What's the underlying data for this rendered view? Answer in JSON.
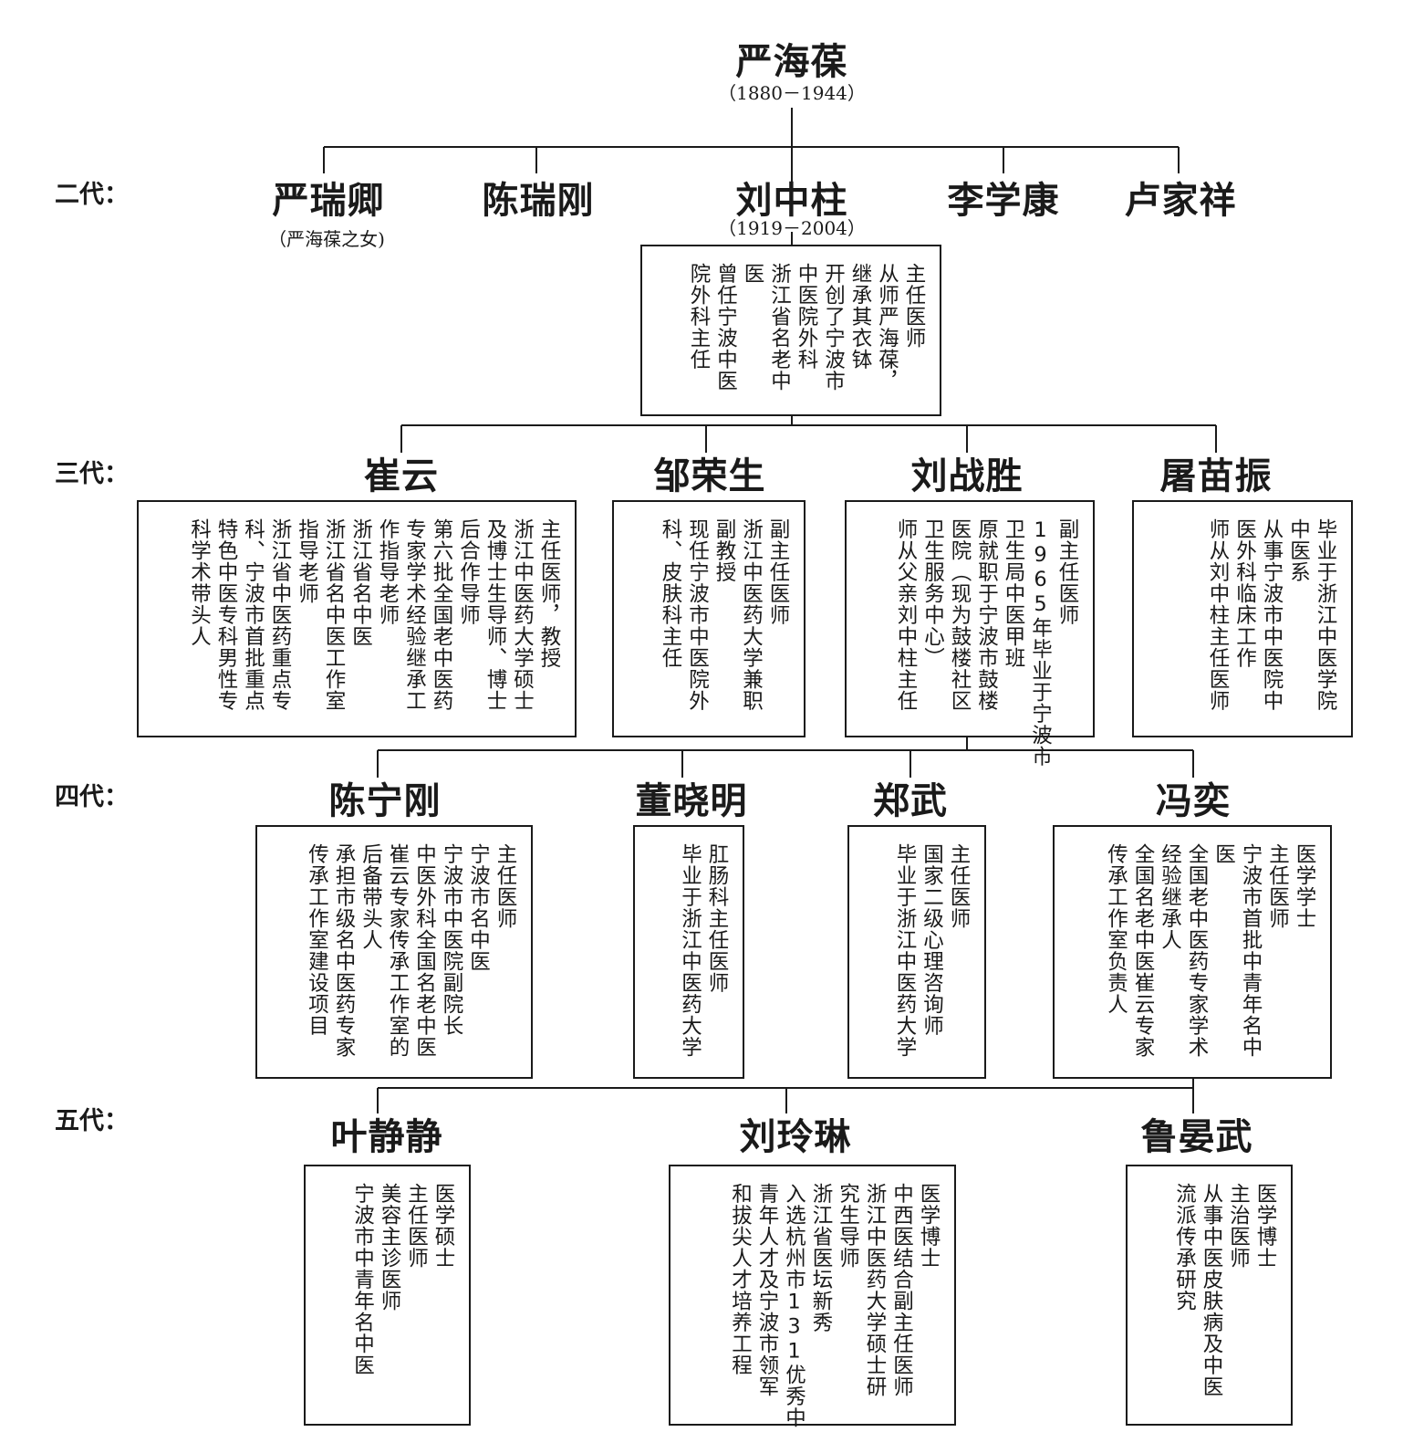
{
  "generation_labels": [
    "二代：",
    "三代：",
    "四代：",
    "五代："
  ],
  "root": {
    "name": "严海葆",
    "dates": "（1880－1944）"
  },
  "gen2": [
    {
      "name": "严瑞卿",
      "note": "（严海葆之女)"
    },
    {
      "name": "陈瑞刚"
    },
    {
      "name": "刘中柱",
      "dates": "（1919－2004）",
      "bio": [
        "主任医师",
        "从师严海葆，",
        "继承其衣钵",
        "开创了宁波市",
        "中医院外科",
        "浙江省名老中",
        "医",
        "曾任宁波中医",
        "院外科主任"
      ]
    },
    {
      "name": "李学康"
    },
    {
      "name": "卢家祥"
    }
  ],
  "gen3": [
    {
      "name": "崔云",
      "bio": [
        "主任医师，教授",
        "浙江中医药大学硕士",
        "及博士生导师、博士",
        "后合作导师",
        "第六批全国老中医药",
        "专家学术经验继承工",
        "作指导老师",
        "浙江省名中医",
        "浙江省名中医工作室",
        "指导老师",
        "浙江省中医药重点专",
        "科、宁波市首批重点",
        "特色中医专科男性专",
        "科学术带头人"
      ]
    },
    {
      "name": "邹荣生",
      "bio": [
        "副主任医师",
        "浙江中医药大学兼职",
        "副教授",
        "现任宁波市中医院外",
        "科、皮肤科主任"
      ]
    },
    {
      "name": "刘战胜",
      "bio": [
        "副主任医师",
        "1965年毕业于宁波市",
        "卫生局中医甲班",
        "原就职于宁波市鼓楼",
        "医院（现为鼓楼社区",
        "卫生服务中心）",
        "师从父亲刘中柱主任"
      ]
    },
    {
      "name": "屠苗振",
      "bio": [
        "毕业于浙江中医学院",
        "中医系",
        "从事宁波市中医院中",
        "医外科临床工作",
        "师从刘中柱主任医师"
      ]
    }
  ],
  "gen4": [
    {
      "name": "陈宁刚",
      "bio": [
        "主任医师",
        "宁波市名中医",
        "宁波市中医院副院长",
        "中医外科全国名老中医",
        "崔云专家传承工作室的",
        "后备带头人",
        "承担市级名中医药专家",
        "传承工作室建设项目"
      ]
    },
    {
      "name": "董晓明",
      "bio": [
        "肛肠科主任医师",
        "毕业于浙江中医药大学"
      ]
    },
    {
      "name": "郑武",
      "bio": [
        "主任医师",
        "国家二级心理咨询师",
        "毕业于浙江中医药大学"
      ]
    },
    {
      "name": "冯奕",
      "bio": [
        "医学学士",
        "主任医师",
        "宁波市首批中青年名中",
        "医",
        "全国老中医药专家学术",
        "经验继承人",
        "全国名老中医崔云专家",
        "传承工作室负责人"
      ]
    }
  ],
  "gen5": [
    {
      "name": "叶静静",
      "bio": [
        "医学硕士",
        "主任医师",
        "美容主诊医师",
        "宁波市中青年名中医"
      ]
    },
    {
      "name": "刘玲琳",
      "bio": [
        "医学博士",
        "中西医结合副主任医师",
        "浙江中医药大学硕士研",
        "究生导师",
        "浙江省医坛新秀",
        "入选杭州市131优秀中",
        "青年人才及宁波市领军",
        "和拔尖人才培养工程"
      ]
    },
    {
      "name": "鲁晏武",
      "bio": [
        "医学博士",
        "主治医师",
        "从事中医皮肤病及中医",
        "流派传承研究"
      ]
    }
  ]
}
